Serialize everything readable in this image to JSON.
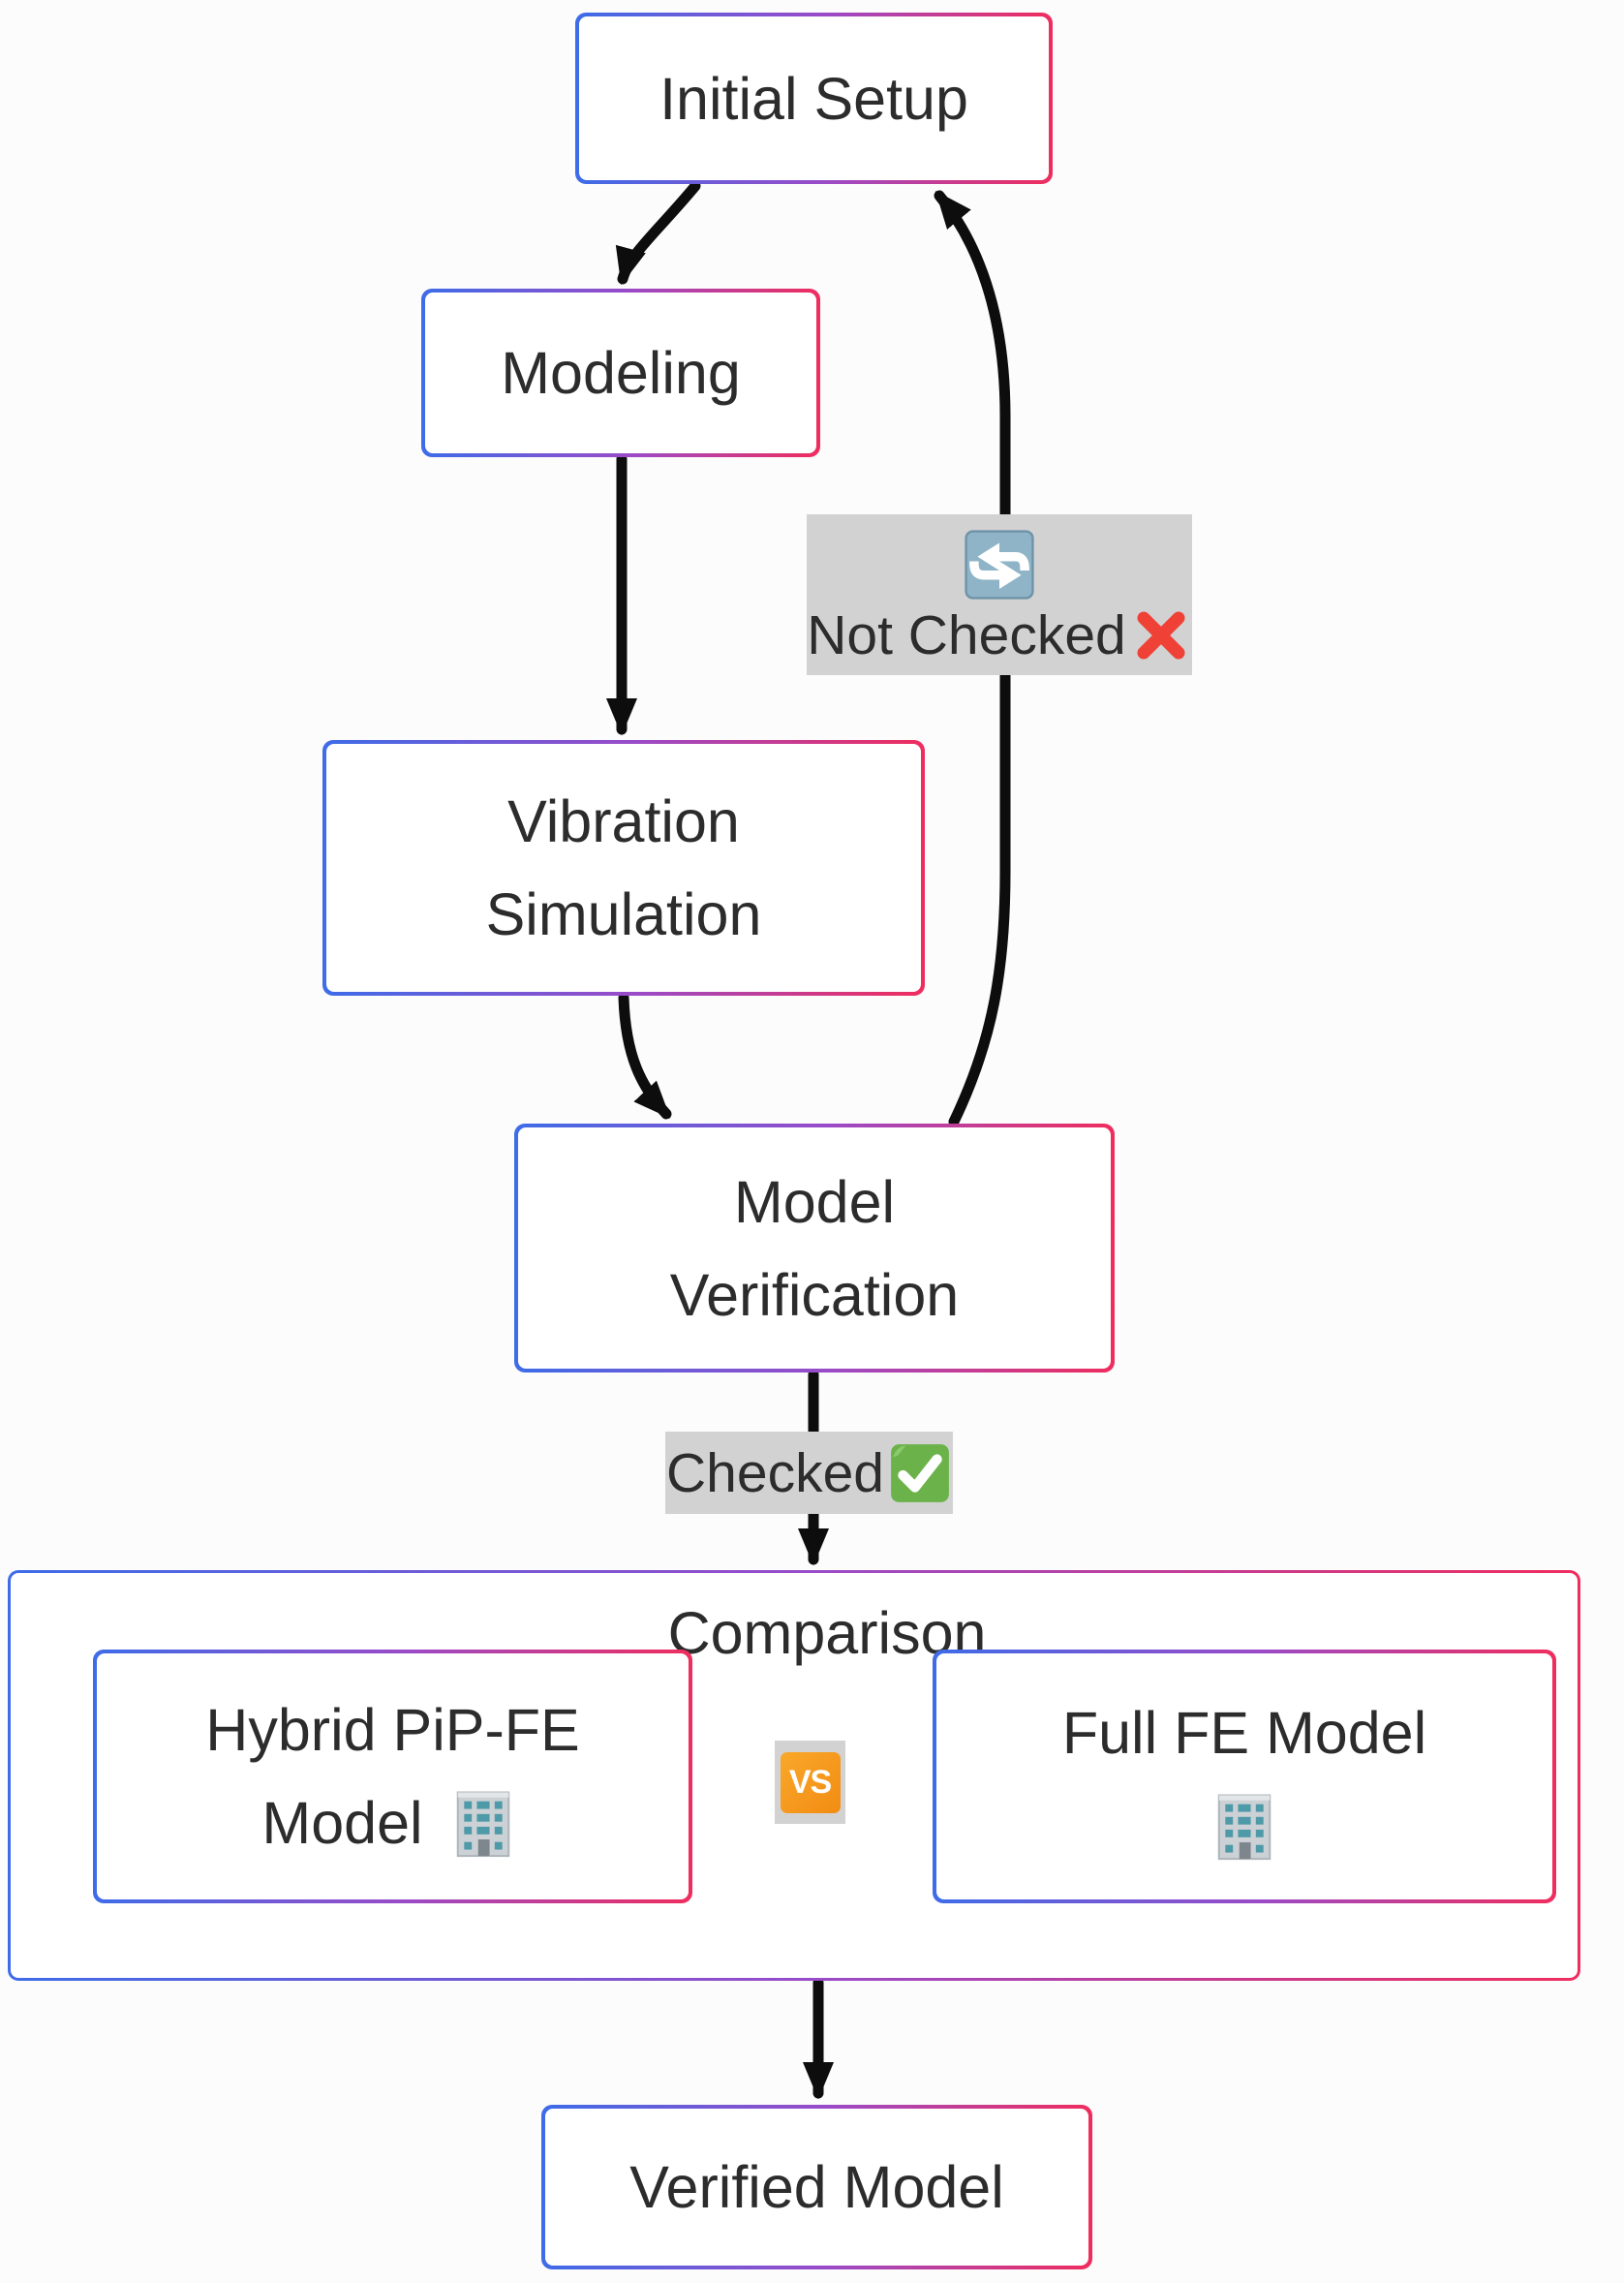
{
  "figure": {
    "background": "#fcfcfc",
    "nodes": {
      "initial_setup": {
        "label": "Initial Setup"
      },
      "modeling": {
        "label": "Modeling"
      },
      "vibration_simulation": {
        "line1": "Vibration",
        "line2": "Simulation"
      },
      "model_verification": {
        "line1": "Model",
        "line2": "Verification"
      },
      "comparison": {
        "title": "Comparison"
      },
      "hybrid_pip_fe_model": {
        "line1": "Hybrid PiP-FE",
        "line2": "Model",
        "icon": "office-building"
      },
      "full_fe_model": {
        "label": "Full FE Model",
        "icon": "office-building"
      },
      "verified_model": {
        "label": "Verified Model"
      }
    },
    "edge_labels": {
      "not_checked": {
        "text": "Not Checked",
        "top_icon": "refresh-arrows",
        "suffix_icon": "red-cross"
      },
      "checked": {
        "text": "Checked",
        "suffix_icon": "green-check"
      },
      "vs": {
        "text": "VS"
      }
    },
    "icons": {
      "refresh-arrows": "🔄",
      "red-cross": "❌",
      "green-check": "✅",
      "vs-button": "🆚",
      "office-building": "🏢"
    },
    "colors": {
      "border_gradient_start": "#3E6CE8",
      "border_gradient_mid": "#9A4BC8",
      "border_gradient_end": "#EF2D5E",
      "node_fill": "#FFFFFF",
      "label_background": "#D2D2D2",
      "arrow": "#0D0D0D",
      "text": "#2C2C2C",
      "vs_orange": "#F7981D",
      "check_green": "#6CB24A",
      "cross_red": "#EF4136",
      "refresh_blue": "#8FB4C7"
    }
  }
}
